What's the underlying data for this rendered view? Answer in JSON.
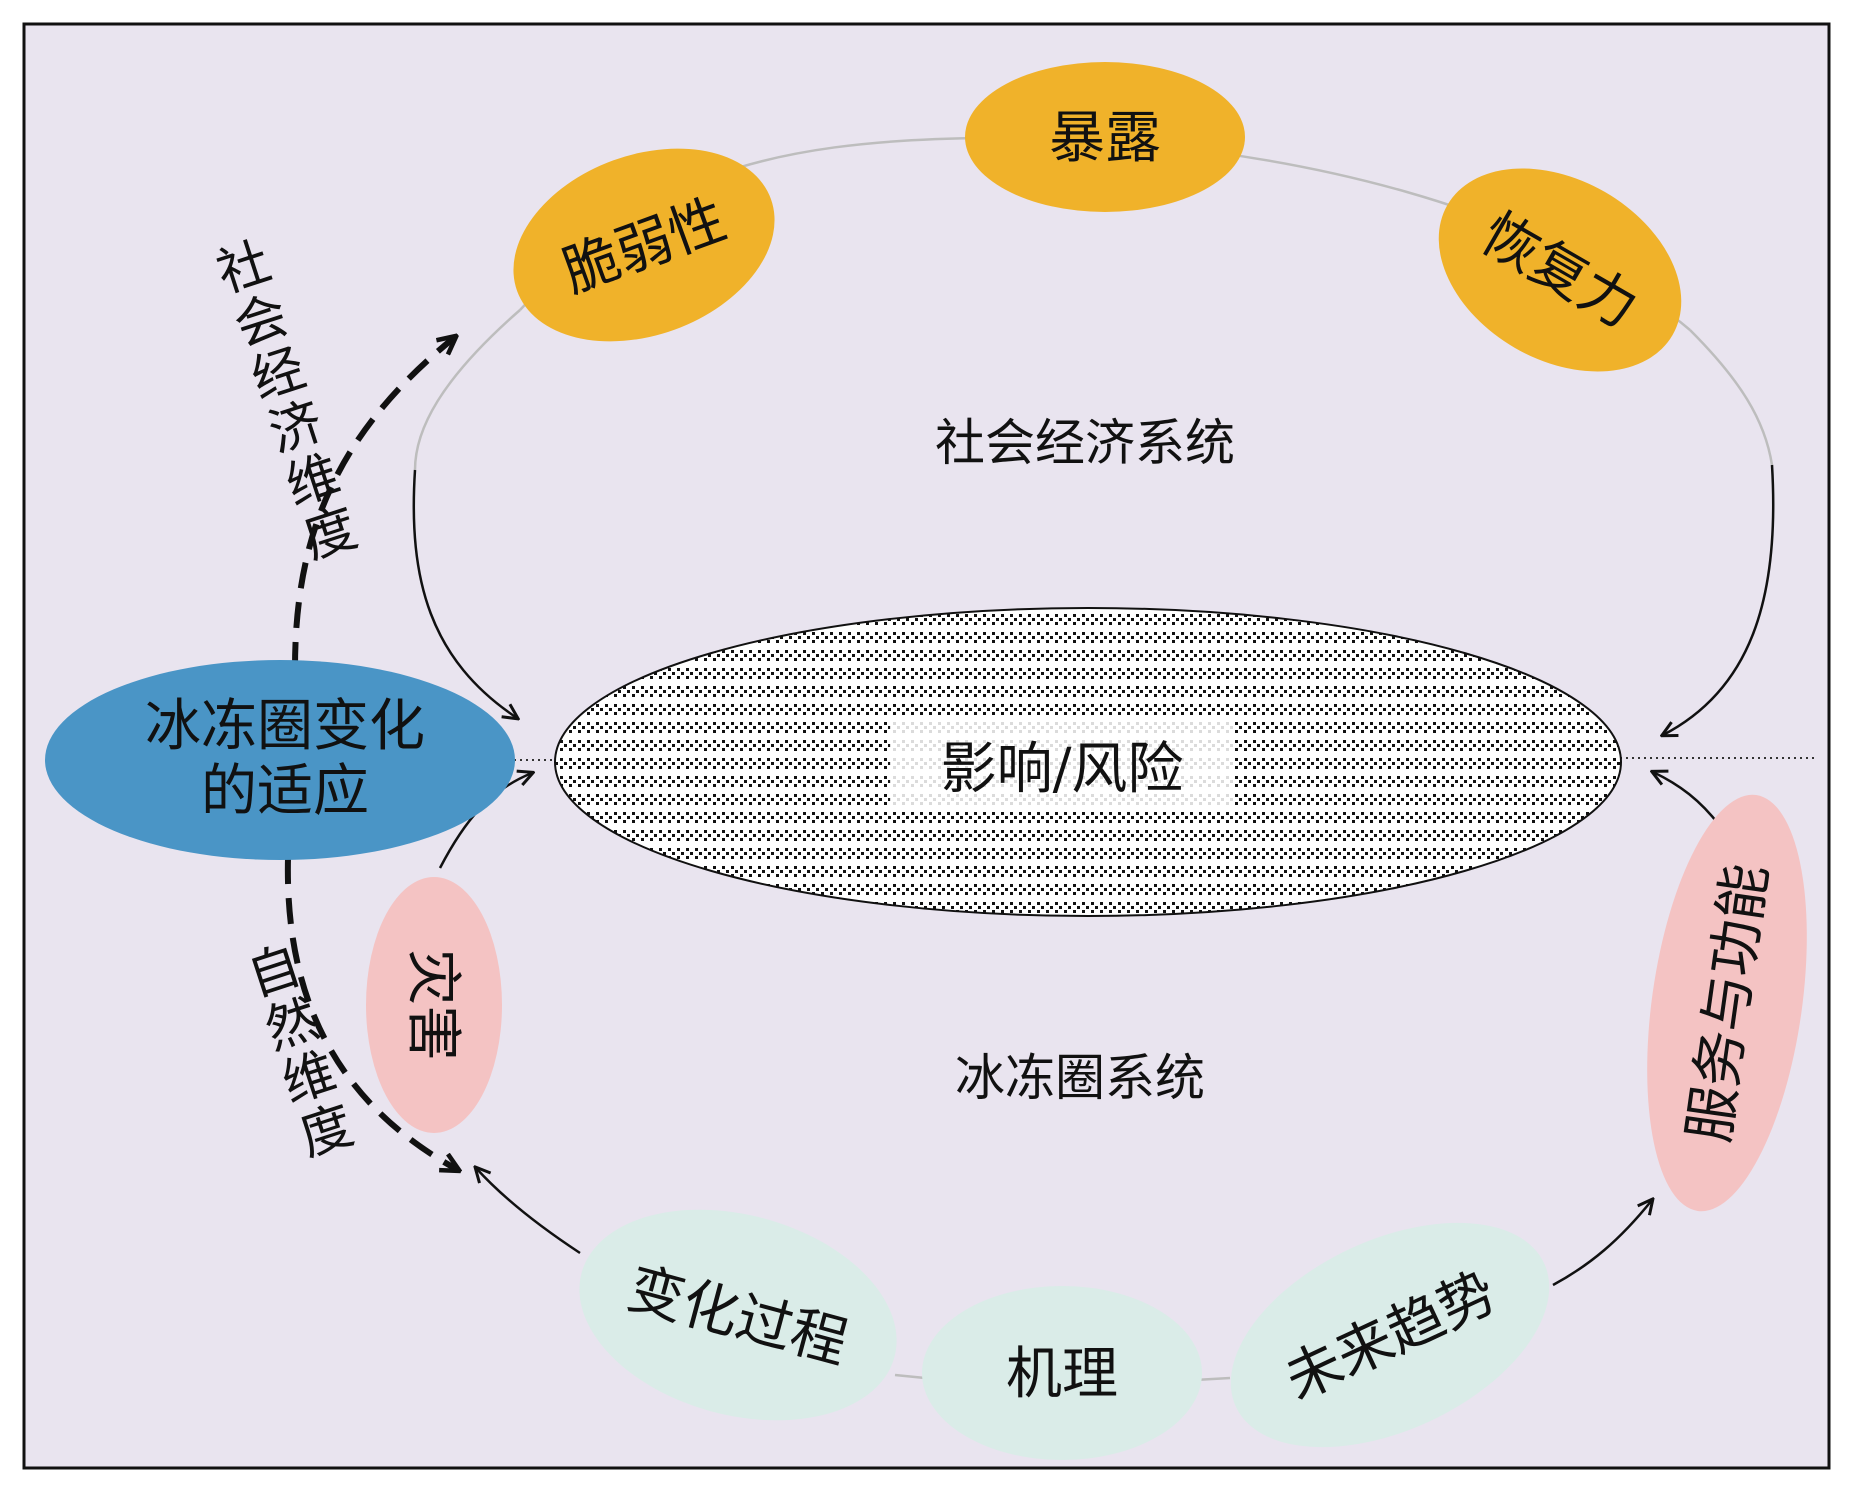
{
  "background_color": "#e9e4ef",
  "colors": {
    "orange_node": "#f0b22a",
    "blue_node": "#4a95c6",
    "pink_node": "#f4c3c3",
    "mint_node": "#daece8",
    "connector": "#bdbdbd",
    "arrow": "#111111"
  },
  "socioeconomic_system": {
    "label": "社会经济系统",
    "nodes": {
      "exposure": "暴露",
      "vulnerability": "脆弱性",
      "resilience": "恢复力"
    }
  },
  "cryosphere_system": {
    "label": "冰冻圈系统",
    "nodes": {
      "hazard": "灾害",
      "services": "服务与功能",
      "process": "变化过程",
      "mechanism": "机理",
      "trend": "未来趋势"
    }
  },
  "adaptation": {
    "line1": "冰冻圈变化",
    "line2": "的适应"
  },
  "impact_risk": "影响/风险",
  "dimensions": {
    "socioeconomic": [
      "社",
      "会",
      "经",
      "济",
      "维",
      "度"
    ],
    "natural": [
      "自",
      "然",
      "维",
      "度"
    ]
  }
}
